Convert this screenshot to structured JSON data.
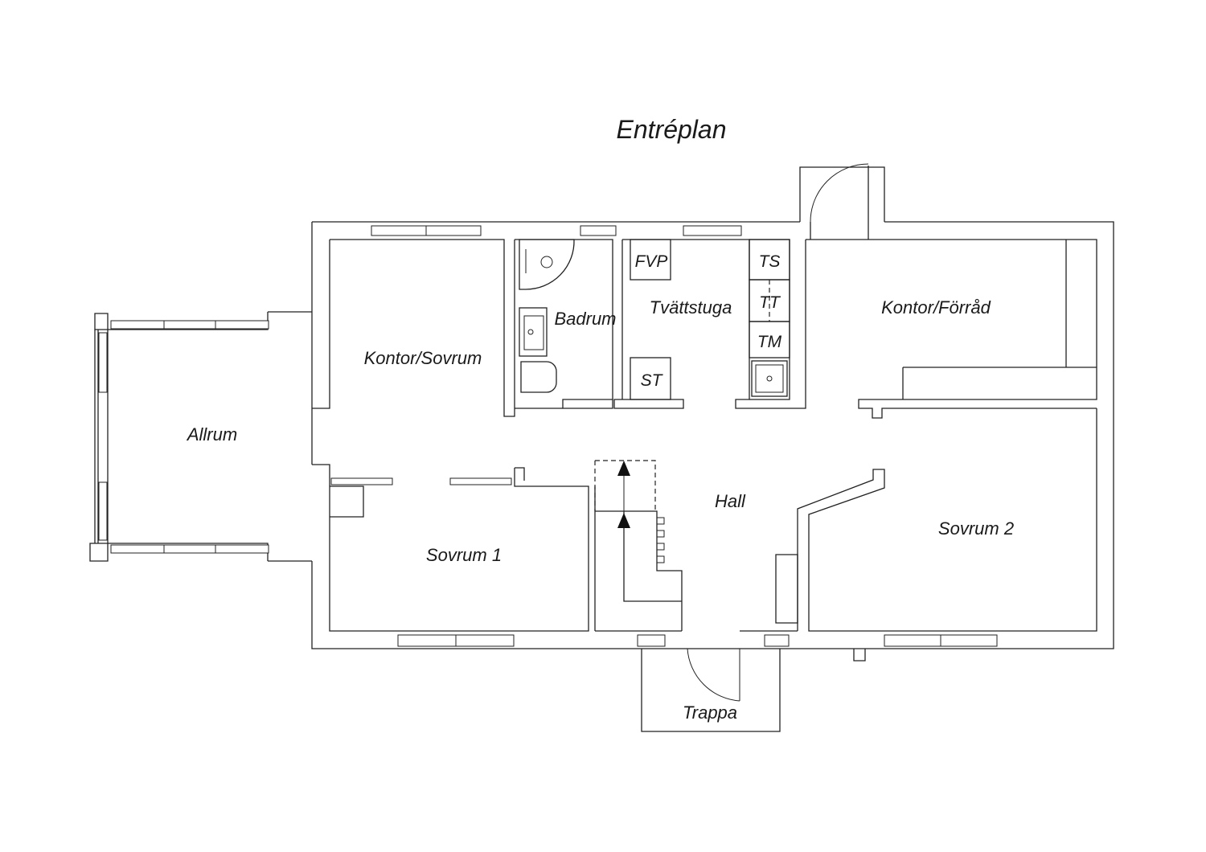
{
  "plan": {
    "title": "Entréplan",
    "rooms": {
      "allrum": "Allrum",
      "kontor_sovrum": "Kontor/Sovrum",
      "badrum": "Badrum",
      "tvattstuga": "Tvättstuga",
      "kontor_forrad": "Kontor/Förråd",
      "hall": "Hall",
      "sovrum1": "Sovrum 1",
      "sovrum2": "Sovrum 2",
      "trappa": "Trappa"
    },
    "fixtures": {
      "fvp": "FVP",
      "st": "ST",
      "ts": "TS",
      "tt": "TT",
      "tm": "TM"
    }
  }
}
